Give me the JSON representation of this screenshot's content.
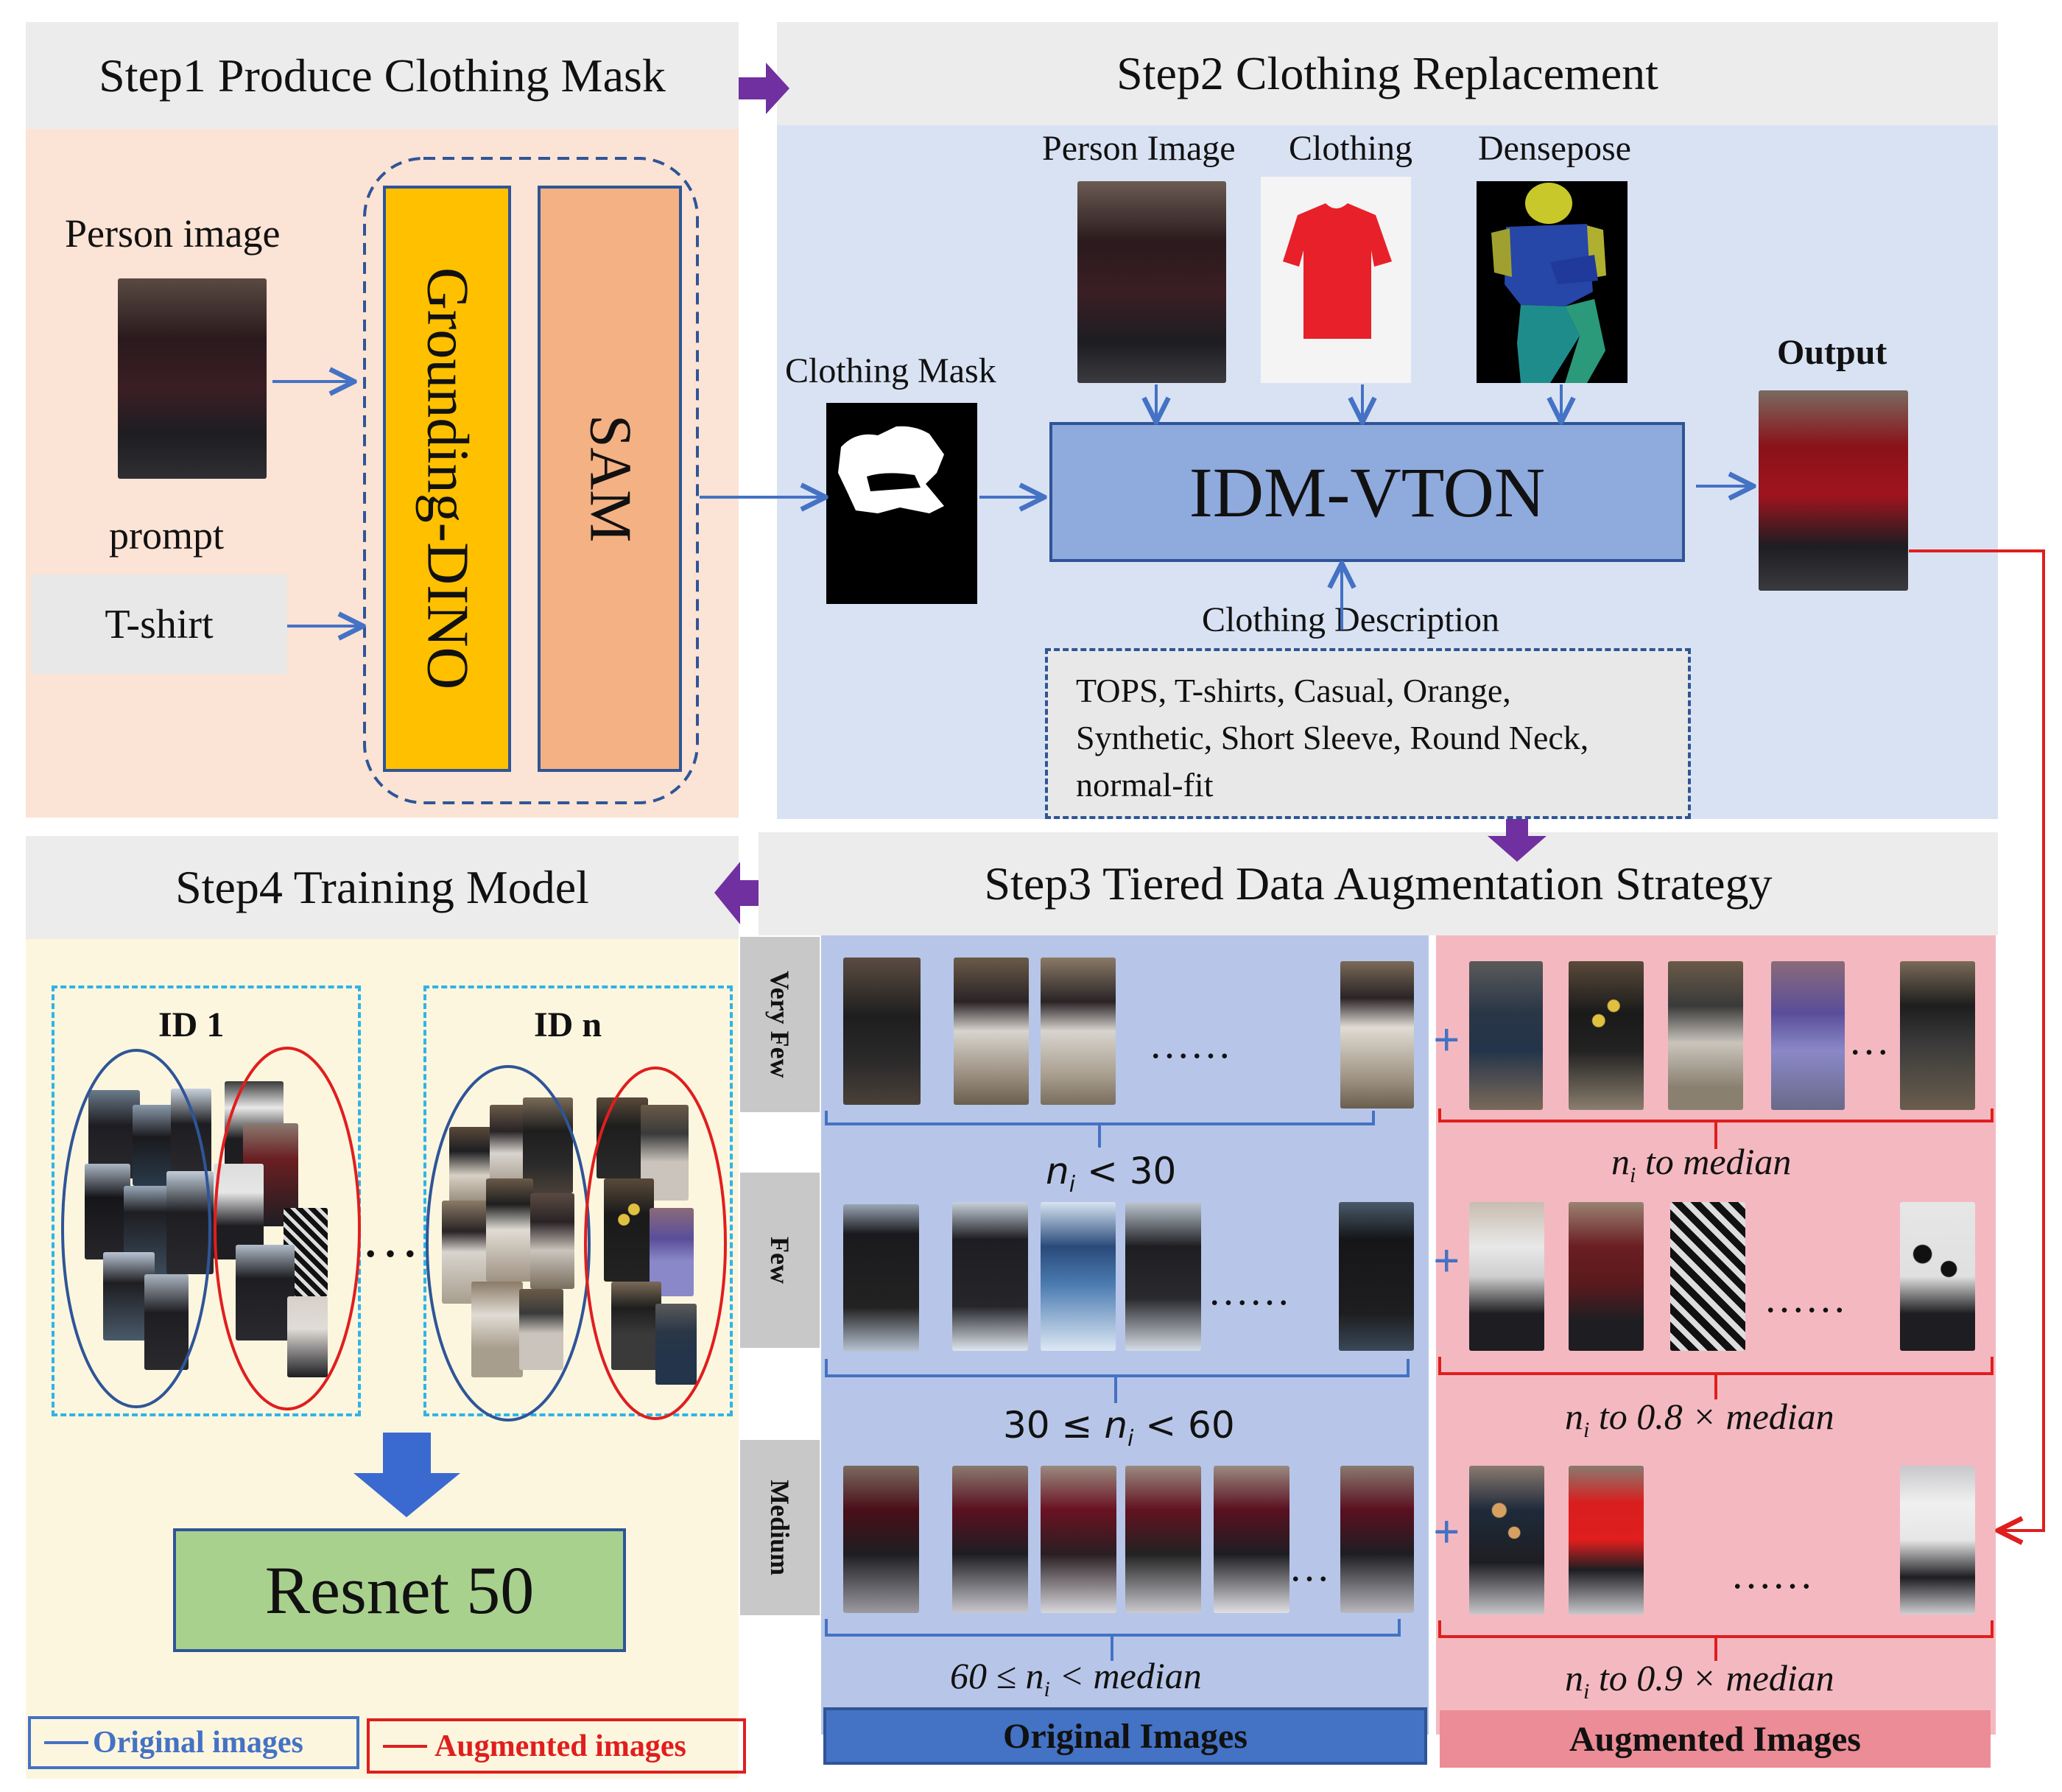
{
  "colors": {
    "step1_bg": "#fbe3d5",
    "step2_bg": "#d9e2f3",
    "step4_bg": "#fdf6df",
    "original_bg": "#b7c6e8",
    "augmented_bg": "#f4b9c0",
    "grounding": "#ffc000",
    "sam": "#f4b183",
    "idm": "#8faadc",
    "resnet": "#a9d18e",
    "arrow_blue": "#4472c4",
    "arrow_purple": "#7030a0",
    "red": "#e01e1e"
  },
  "step1": {
    "title": "Step1 Produce Clothing Mask",
    "person_image_label": "Person image",
    "prompt_label": "prompt",
    "prompt_value": "T-shirt",
    "grounding_label": "Grounding-DINO",
    "sam_label": "SAM"
  },
  "step2": {
    "title": "Step2 Clothing Replacement",
    "person_image_label": "Person Image",
    "clothing_label": "Clothing",
    "densepose_label": "Densepose",
    "mask_label": "Clothing Mask",
    "model_label": "IDM-VTON",
    "output_label": "Output",
    "description_label": "Clothing Description",
    "description_lines": [
      "TOPS, T-shirts, Casual, Orange,",
      "Synthetic, Short Sleeve, Round Neck,",
      "normal-fit"
    ]
  },
  "step3": {
    "title": "Step3  Tiered Data Augmentation Strategy",
    "tiers": [
      {
        "name": "Very Few",
        "orig_rule": "n_i < 30",
        "aug_rule": "n_i to median"
      },
      {
        "name": "Few",
        "orig_rule": "30 ≤ n_i < 60",
        "aug_rule": "n_i to 0.8 × median"
      },
      {
        "name": "Medium",
        "orig_rule": "60 ≤ n_i < median",
        "aug_rule": "n_i to 0.9 × median"
      }
    ],
    "ellipsis": "……",
    "plus": "+",
    "original_footer": "Original Images",
    "augmented_footer": "Augmented Images"
  },
  "step4": {
    "title": "Step4 Training Model",
    "id1_label": "ID 1",
    "idn_label": "ID n",
    "dots": "…",
    "model_label": "Resnet 50",
    "legend_original": "Original images",
    "legend_augmented": "Augmented  images"
  }
}
